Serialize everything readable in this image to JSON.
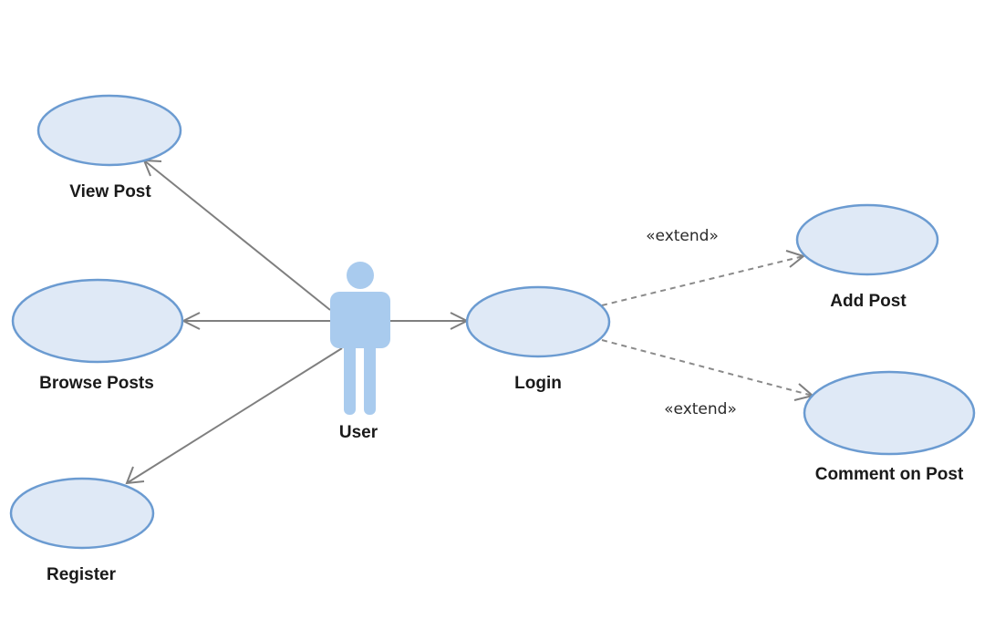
{
  "diagram": {
    "actor": {
      "label": "User"
    },
    "use_cases": {
      "view_post": "View Post",
      "browse_posts": "Browse Posts",
      "register": "Register",
      "login": "Login",
      "add_post": "Add Post",
      "comment_on_post": "Comment on Post"
    },
    "relations": {
      "extend_add_post": "«extend»",
      "extend_comment": "«extend»"
    },
    "colors": {
      "use_case_fill": "#dfe9f6",
      "use_case_stroke": "#6b9bd1",
      "actor_fill": "#a9cbee",
      "line": "#7f7f7f"
    }
  }
}
